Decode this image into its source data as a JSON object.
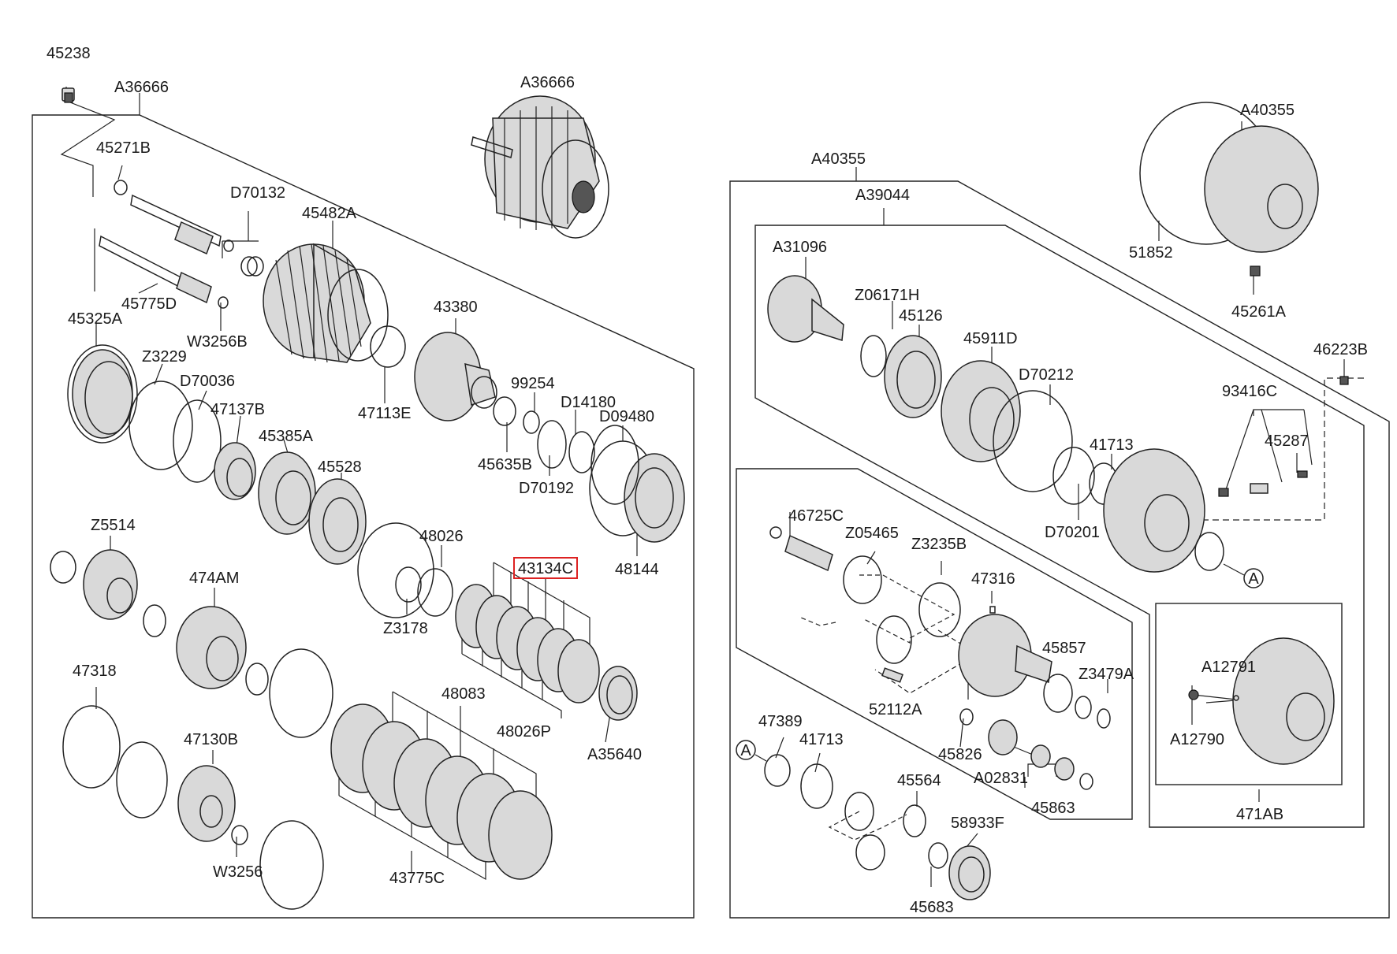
{
  "diagram": {
    "highlight_color": "#dd2222",
    "labels": {
      "l45238": "45238",
      "lA36666a": "A36666",
      "lA36666b": "A36666",
      "l45271B": "45271B",
      "lD70132": "D70132",
      "l45482A": "45482A",
      "l45775D": "45775D",
      "lW3256B": "W3256B",
      "l45325A": "45325A",
      "lZ3229": "Z3229",
      "lD70036": "D70036",
      "l47137B": "47137B",
      "l45385A": "45385A",
      "l45528": "45528",
      "l43380": "43380",
      "l47113E": "47113E",
      "l99254": "99254",
      "lD14180": "D14180",
      "lD09480": "D09480",
      "l45635B": "45635B",
      "lD70192": "D70192",
      "l48144": "48144",
      "lZ5514": "Z5514",
      "l474AM": "474AM",
      "l48026": "48026",
      "l43134C": "43134C",
      "lZ3178": "Z3178",
      "l47318": "47318",
      "l48083": "48083",
      "l48026P": "48026P",
      "lA35640": "A35640",
      "l47130B": "47130B",
      "lW3256": "W3256",
      "l43775C": "43775C",
      "lA40355a": "A40355",
      "lA40355b": "A40355",
      "lA39044": "A39044",
      "lA31096": "A31096",
      "lZ06171H": "Z06171H",
      "l45126": "45126",
      "l45911D": "45911D",
      "lD70212": "D70212",
      "l41713a": "41713",
      "lD70201": "D70201",
      "l51852": "51852",
      "l45261A": "45261A",
      "l46223B": "46223B",
      "l93416C": "93416C",
      "l45287": "45287",
      "l46725C": "46725C",
      "lZ05465": "Z05465",
      "lZ3235B": "Z3235B",
      "l47316": "47316",
      "l45857": "45857",
      "lZ3479A": "Z3479A",
      "l52112A": "52112A",
      "l45826": "45826",
      "lA02831": "A02831",
      "l45863": "45863",
      "l47389": "47389",
      "l41713b": "41713",
      "l45564": "45564",
      "l58933F": "58933F",
      "l45683": "45683",
      "lA12791": "A12791",
      "lA12790": "A12790",
      "l471AB": "471AB",
      "refA1": "A",
      "refA2": "A"
    }
  }
}
